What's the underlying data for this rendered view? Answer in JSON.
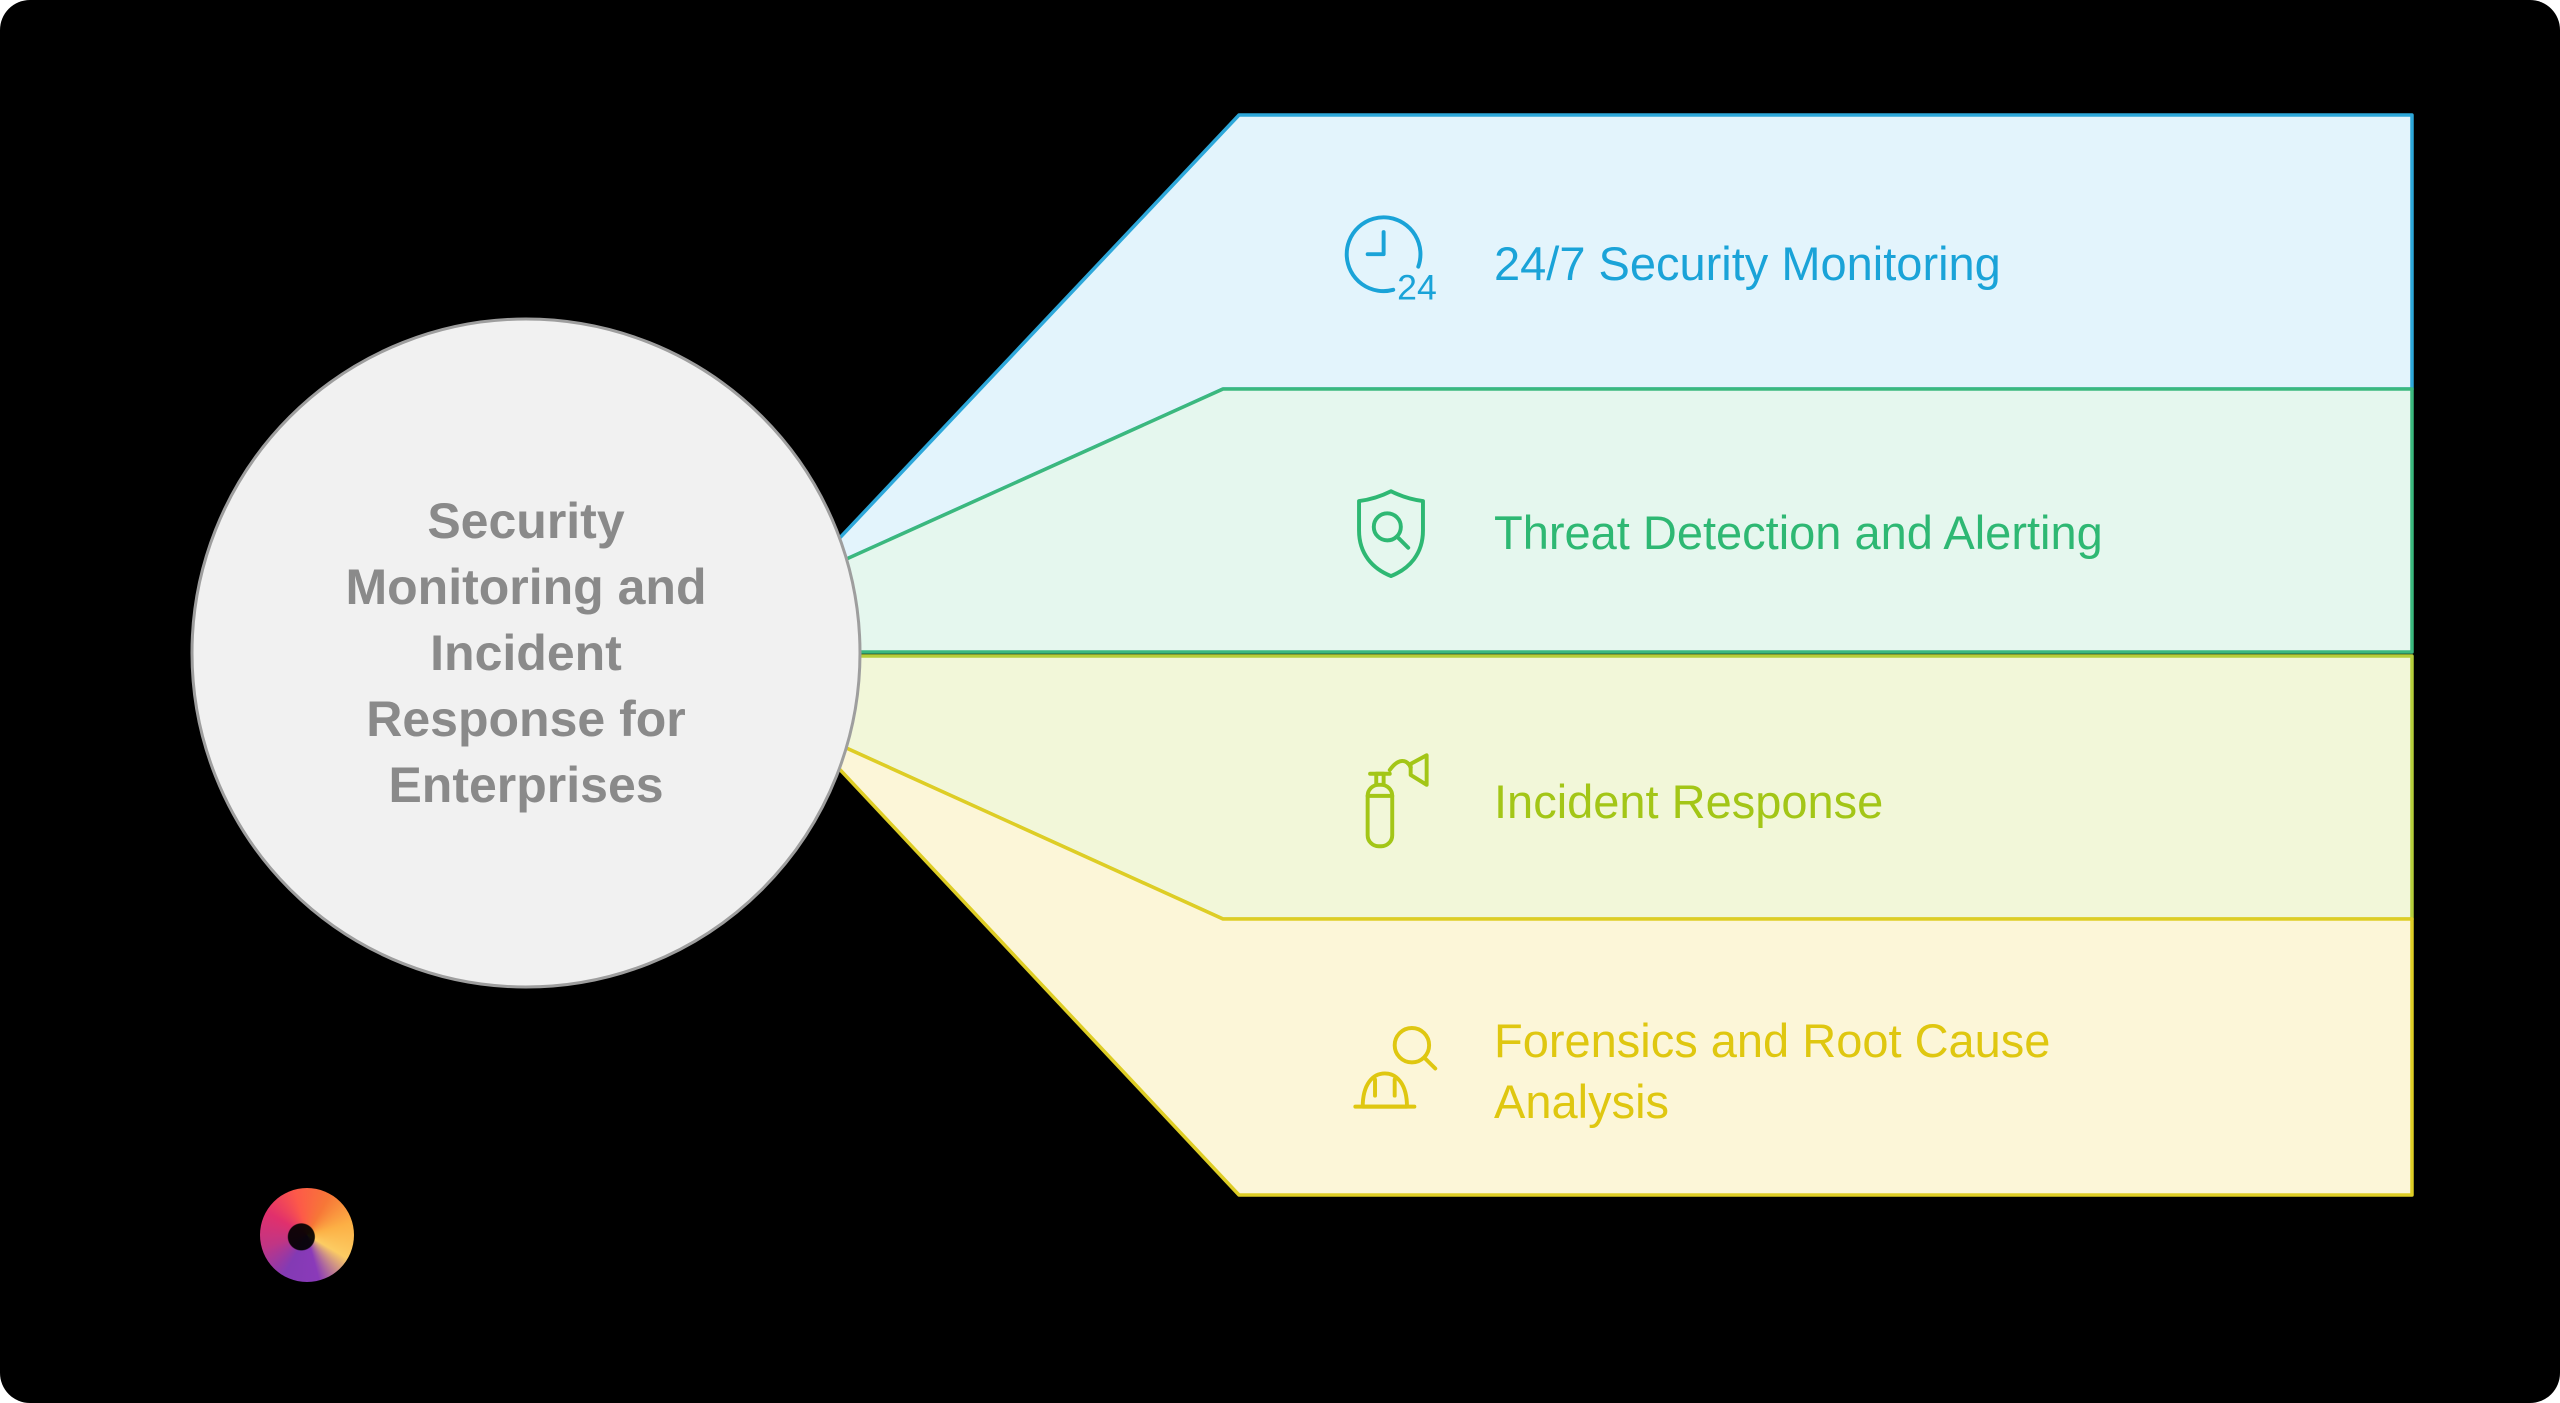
{
  "canvas": {
    "background": "#000000"
  },
  "hub": {
    "title": "Security Monitoring and Incident Response for Enterprises",
    "title_lines": [
      "Security",
      "Monitoring and",
      "Incident",
      "Response for",
      "Enterprises"
    ],
    "fill": "#f1f1f1",
    "border": "#9e9e9e",
    "text_color": "#8a8a8a"
  },
  "branches": [
    {
      "label": "24/7 Security Monitoring",
      "icon": "clock-24-icon",
      "icon_text": "24",
      "fill": "#e3f4fc",
      "stroke": "#2da7d9",
      "text_color": "#1aa3d8"
    },
    {
      "label": "Threat Detection and Alerting",
      "icon": "shield-search-icon",
      "fill": "#e5f7ee",
      "stroke": "#3bb87e",
      "text_color": "#2eb873"
    },
    {
      "label": "Incident Response",
      "icon": "fire-extinguisher-icon",
      "fill": "#f2f7d9",
      "stroke": "#b5ce3b",
      "text_color": "#a3c617"
    },
    {
      "label": "Forensics and Root Cause Analysis",
      "icon": "investigator-hardhat-magnifier-icon",
      "fill": "#fcf6d8",
      "stroke": "#decd25",
      "text_color": "#dfc710"
    }
  ],
  "logo": {
    "name": "brand-logo",
    "colors": [
      "#833ab4",
      "#e1306c",
      "#f77737",
      "#fcb045"
    ]
  }
}
